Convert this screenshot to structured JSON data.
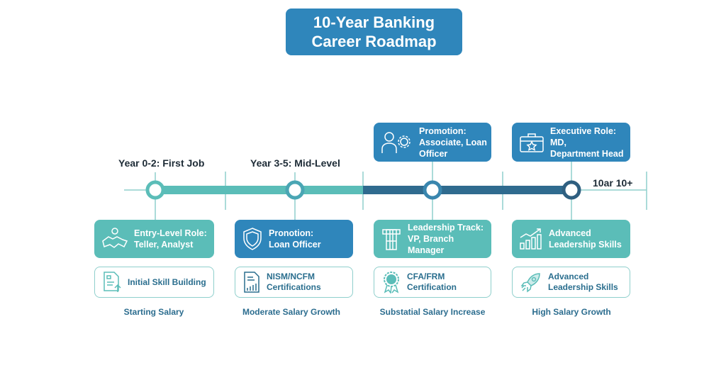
{
  "title": {
    "line1": "10-Year Banking",
    "line2": "Career Roadmap"
  },
  "years": [
    "Year 0-2: First Job",
    "Year 3-5: Mid-Level",
    "10ar 10+"
  ],
  "top_cards": [
    {
      "line1": "Promotion:",
      "line2": "Associate, Loan Officer",
      "icon": "person-gear-icon"
    },
    {
      "line1": "Executive Role: MD,",
      "line2": "Department Head",
      "icon": "briefcase-star-icon"
    }
  ],
  "role_cards": [
    {
      "line1": "Entry-Level Role:",
      "line2": "Teller, Analyst",
      "icon": "handshake-icon"
    },
    {
      "line1": "Pronotion:",
      "line2": "Loan Officer",
      "icon": "shield-icon"
    },
    {
      "line1": "Leadership Track:",
      "line2": "VP, Branch Manager",
      "icon": "pillar-icon"
    },
    {
      "line1": "Advanced",
      "line2": "Leadership Skills",
      "icon": "growth-chart-icon"
    }
  ],
  "skill_cards": [
    {
      "line1": "Initial Skill Building",
      "line2": "",
      "icon": "document-upload-icon"
    },
    {
      "line1": "NISM/NCFM",
      "line2": "Certifications",
      "icon": "report-chart-icon"
    },
    {
      "line1": "CFA/FRM",
      "line2": "Certification",
      "icon": "award-icon"
    },
    {
      "line1": "Advanced",
      "line2": "Leadership Skills",
      "icon": "rocket-icon"
    }
  ],
  "salary": [
    "Starting Salary",
    "Moderate Salary Growth",
    "Substatial Salary Increase",
    "High Salary Growth"
  ],
  "colors": {
    "teal": "#5bbdb8",
    "blue": "#2f86bb",
    "dark": "#2f6b8f"
  }
}
